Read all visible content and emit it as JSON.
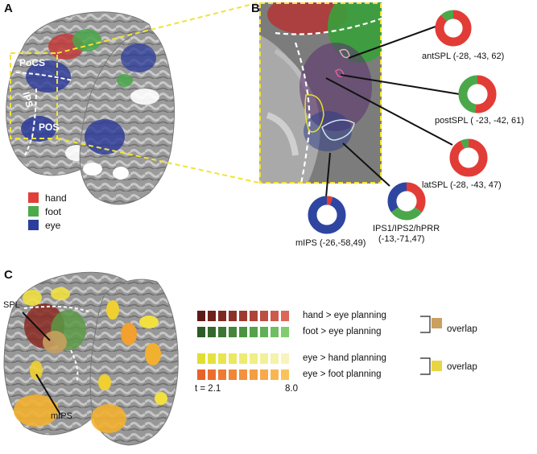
{
  "panels": {
    "a": {
      "letter": "A",
      "sulci": [
        "PoCS",
        "IPS",
        "POS"
      ],
      "legend": [
        {
          "label": "hand",
          "color": "#e0403a"
        },
        {
          "label": "foot",
          "color": "#4daa4a"
        },
        {
          "label": "eye",
          "color": "#2c3e9c"
        }
      ]
    },
    "b": {
      "letter": "B",
      "rois": [
        {
          "name": "antSPL",
          "coords": "antSPL (-28, -43, 62)",
          "fractions": {
            "hand": 0.88,
            "foot": 0.12,
            "eye": 0.0
          }
        },
        {
          "name": "postSPL",
          "coords": "postSPL ( -23, -42, 61)",
          "fractions": {
            "hand": 0.52,
            "foot": 0.48,
            "eye": 0.0
          }
        },
        {
          "name": "latSPL",
          "coords": "latSPL (-28, -43, 47)",
          "fractions": {
            "hand": 0.93,
            "foot": 0.07,
            "eye": 0.0
          }
        },
        {
          "name": "mIPS",
          "coords": "mIPS (-26,-58,49)",
          "fractions": {
            "hand": 0.05,
            "foot": 0.0,
            "eye": 0.95
          }
        },
        {
          "name": "IPS1/IPS2/hPRR",
          "coords_line1": "IPS1/IPS2/hPRR",
          "coords_line2": "(-13,-71,47)",
          "fractions": {
            "hand": 0.35,
            "foot": 0.3,
            "eye": 0.35
          }
        }
      ]
    },
    "c": {
      "letter": "C",
      "labels": {
        "spl": "SPL",
        "mips": "mIPS"
      },
      "colorbars": [
        {
          "label": "hand > eye planning",
          "colors": [
            "#5e1b16",
            "#6e221b",
            "#7e2a22",
            "#8e3229",
            "#9e3a30",
            "#ae4438",
            "#be4e41",
            "#ce5a4b",
            "#de6656"
          ]
        },
        {
          "label": "foot > eye planning",
          "colors": [
            "#2e5a26",
            "#35682c",
            "#3c7632",
            "#438539",
            "#4a9340",
            "#55a24a",
            "#62b055",
            "#70be62",
            "#80cc70"
          ]
        },
        {
          "label": "eye > hand planning",
          "colors": [
            "#e0de30",
            "#e5e23f",
            "#e9e54f",
            "#ece860",
            "#efeb72",
            "#f1ee85",
            "#f3f098",
            "#f5f2ab",
            "#f7f4be"
          ]
        },
        {
          "label": "eye > foot planning",
          "colors": [
            "#e8622a",
            "#eb6e2e",
            "#ee7a33",
            "#f08638",
            "#f2923e",
            "#f49e44",
            "#f6aa4b",
            "#f8b653",
            "#f9c25c"
          ]
        }
      ],
      "overlaps": [
        {
          "label": "overlap",
          "color": "#c9a05f"
        },
        {
          "label": "overlap",
          "color": "#e9d544"
        }
      ],
      "t_min": "t = 2.1",
      "t_max": "8.0"
    }
  },
  "colors": {
    "hand": "#e23c36",
    "foot": "#4aa84a",
    "eye": "#2e46a0",
    "dashed_box": "#f2e334"
  }
}
